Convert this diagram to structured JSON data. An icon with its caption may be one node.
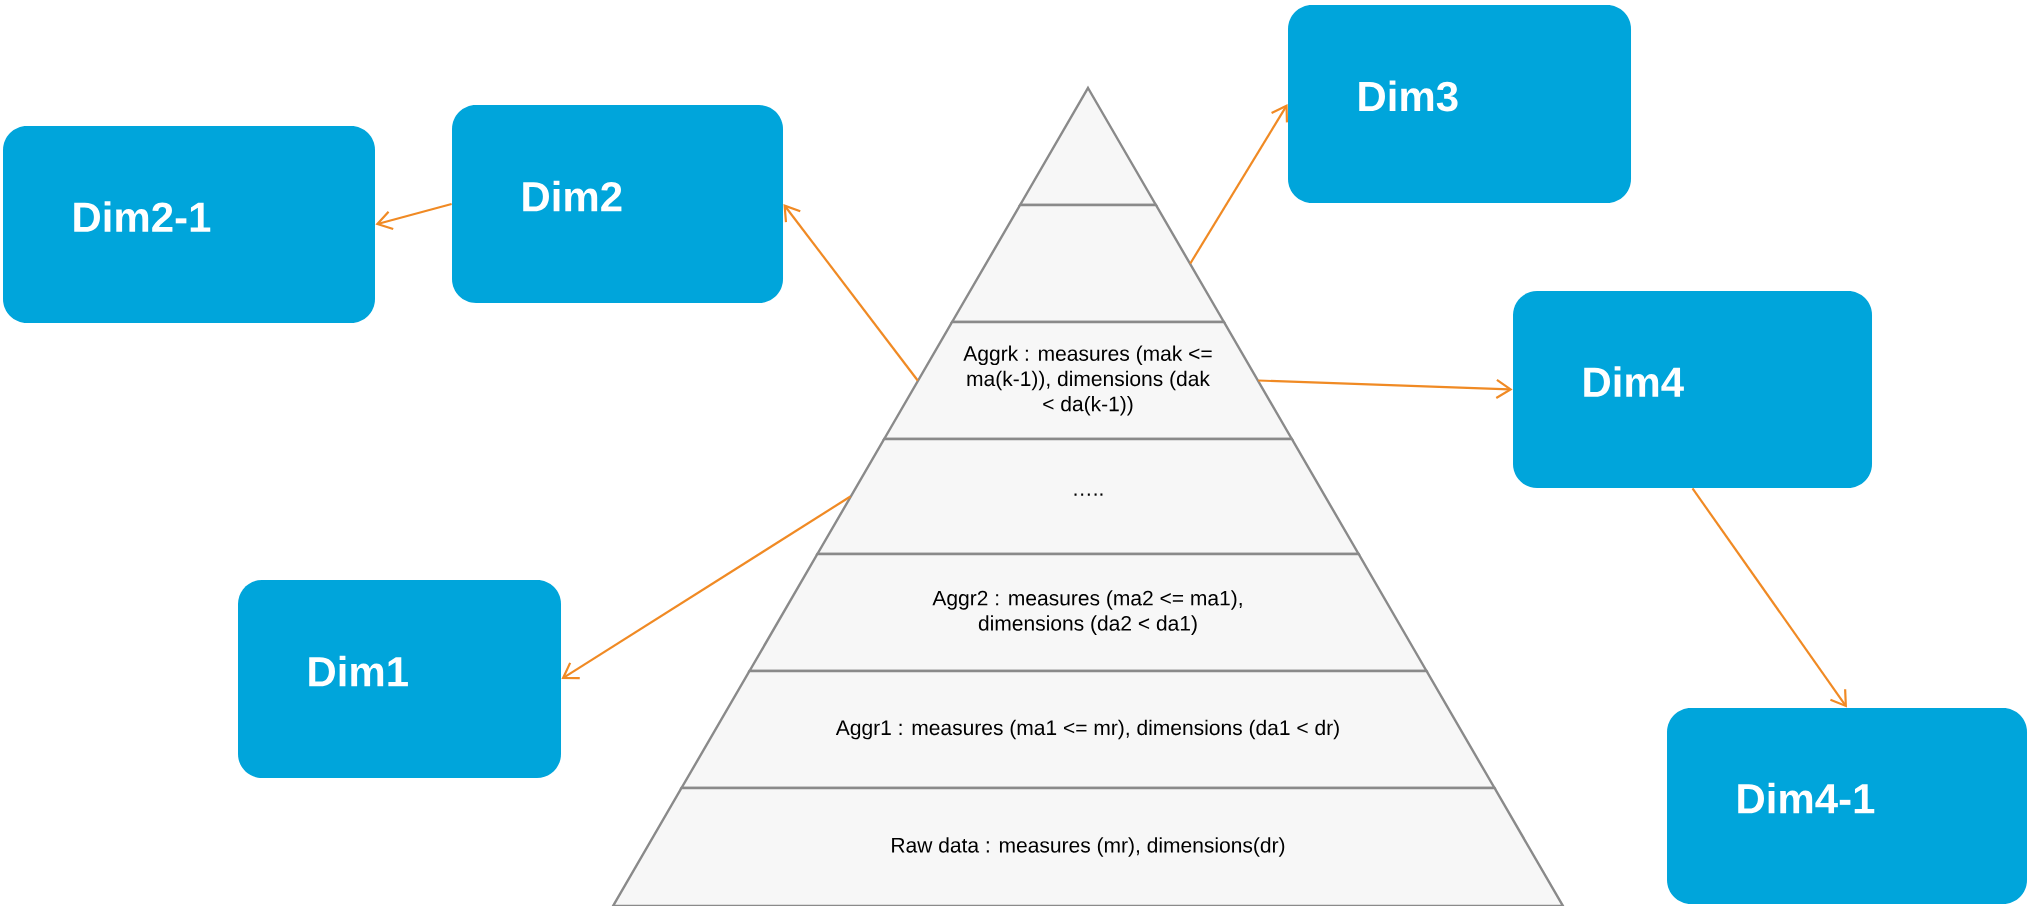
{
  "diagram": {
    "nodes": [
      {
        "text": [],
        "shape": "triangle"
      },
      {
        "text": [],
        "shape": "trapezoid"
      },
      {
        "text": [
          "Aggrk : measures (mak <= ma(k-1)), dimensions (dak < da(k-1))"
        ]
      },
      {
        "text": [
          "….."
        ]
      },
      {
        "text": [
          "Aggr2 : measures (ma2 <= ma1), dimensions (da2 < da1)"
        ]
      },
      {
        "text": [
          "Aggr1 : measures (ma1 <= mr), dimensions (da1 < dr)"
        ]
      },
      {
        "text": [
          "Raw data : measures (mr), dimensions(dr)"
        ]
      },
      {
        "text": [
          "Dim2-1"
        ]
      },
      {
        "text": [
          "Dim2"
        ]
      },
      {
        "text": [
          "Dim3"
        ]
      },
      {
        "text": [
          "Dim4"
        ]
      },
      {
        "text": [
          "Dim1"
        ]
      },
      {
        "text": [
          "Dim4-1"
        ]
      }
    ],
    "edges": [
      {
        "from": 8,
        "to": 7,
        "arrow": "to"
      },
      {
        "from": 2,
        "to": 8,
        "arrow": "to"
      },
      {
        "from": 1,
        "to": 9,
        "arrow": "to"
      },
      {
        "from": 2,
        "to": 10,
        "arrow": "to"
      },
      {
        "from": 3,
        "to": 11,
        "arrow": "to"
      },
      {
        "from": 10,
        "to": 12,
        "arrow": "to"
      }
    ]
  }
}
